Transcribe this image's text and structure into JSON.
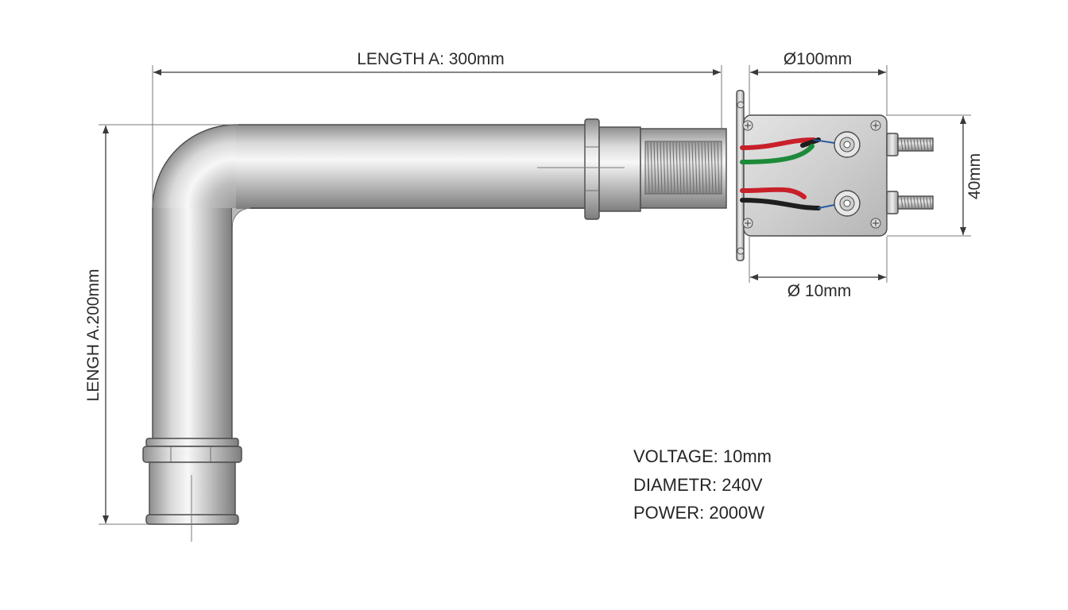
{
  "dimensions": {
    "length_horizontal": "LENGTH A: 300mm",
    "length_vertical": "LENGH A.200mm",
    "diameter_box_top": "Ø100mm",
    "diameter_box_bottom": "Ø 10mm",
    "box_height": "40mm"
  },
  "specs": {
    "voltage": "VOLTAGE: 10mm",
    "diameter": "DIAMETR: 240V",
    "power": "POWER: 2000W"
  },
  "colors": {
    "wire_red": "#c8202a",
    "wire_green": "#1d8a3a",
    "wire_black": "#1e1e1e",
    "metal_light": "#f2f2f2",
    "metal_dark": "#8f8f8f"
  }
}
